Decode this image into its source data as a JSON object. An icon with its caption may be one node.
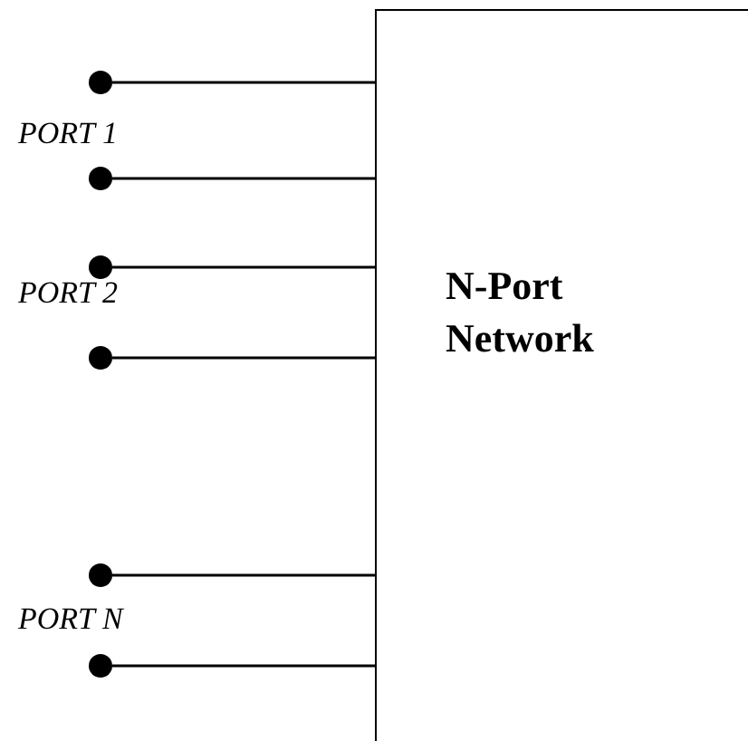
{
  "diagram": {
    "nodes": [
      {
        "text": [
          "N-Port Network"
        ]
      },
      {
        "text": [],
        "shape": "circle"
      },
      {
        "text": [],
        "shape": "circle"
      },
      {
        "text": [],
        "shape": "circle"
      },
      {
        "text": [],
        "shape": "circle"
      },
      {
        "text": [],
        "shape": "circle"
      },
      {
        "text": [],
        "shape": "circle"
      }
    ],
    "edges": [
      {
        "from": 1,
        "to": 0,
        "arrow": "none"
      },
      {
        "from": 2,
        "to": 0,
        "arrow": "none"
      },
      {
        "from": 3,
        "to": 0,
        "arrow": "none"
      },
      {
        "from": 4,
        "to": 0,
        "arrow": "none"
      },
      {
        "from": 5,
        "to": 0,
        "arrow": "none"
      },
      {
        "from": 6,
        "to": 0,
        "arrow": "none"
      }
    ],
    "labels": [
      "PORT 1",
      "PORT 2",
      "PORT N"
    ]
  }
}
